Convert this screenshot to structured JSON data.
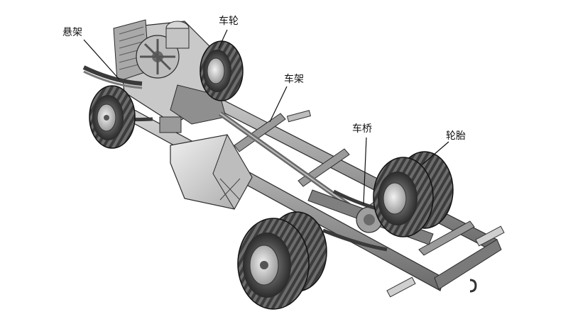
{
  "callouts": {
    "suspension": "悬架",
    "wheel": "车轮",
    "frame": "车架",
    "axle": "车桥",
    "tire": "轮胎"
  },
  "icons": [
    "truck-chassis-illustration"
  ],
  "colors": {
    "background": "#ffffff",
    "line": "#111111",
    "steel_dark": "#3a3a3a",
    "steel_mid": "#8a8a8a",
    "steel_light": "#cfcfcf"
  }
}
